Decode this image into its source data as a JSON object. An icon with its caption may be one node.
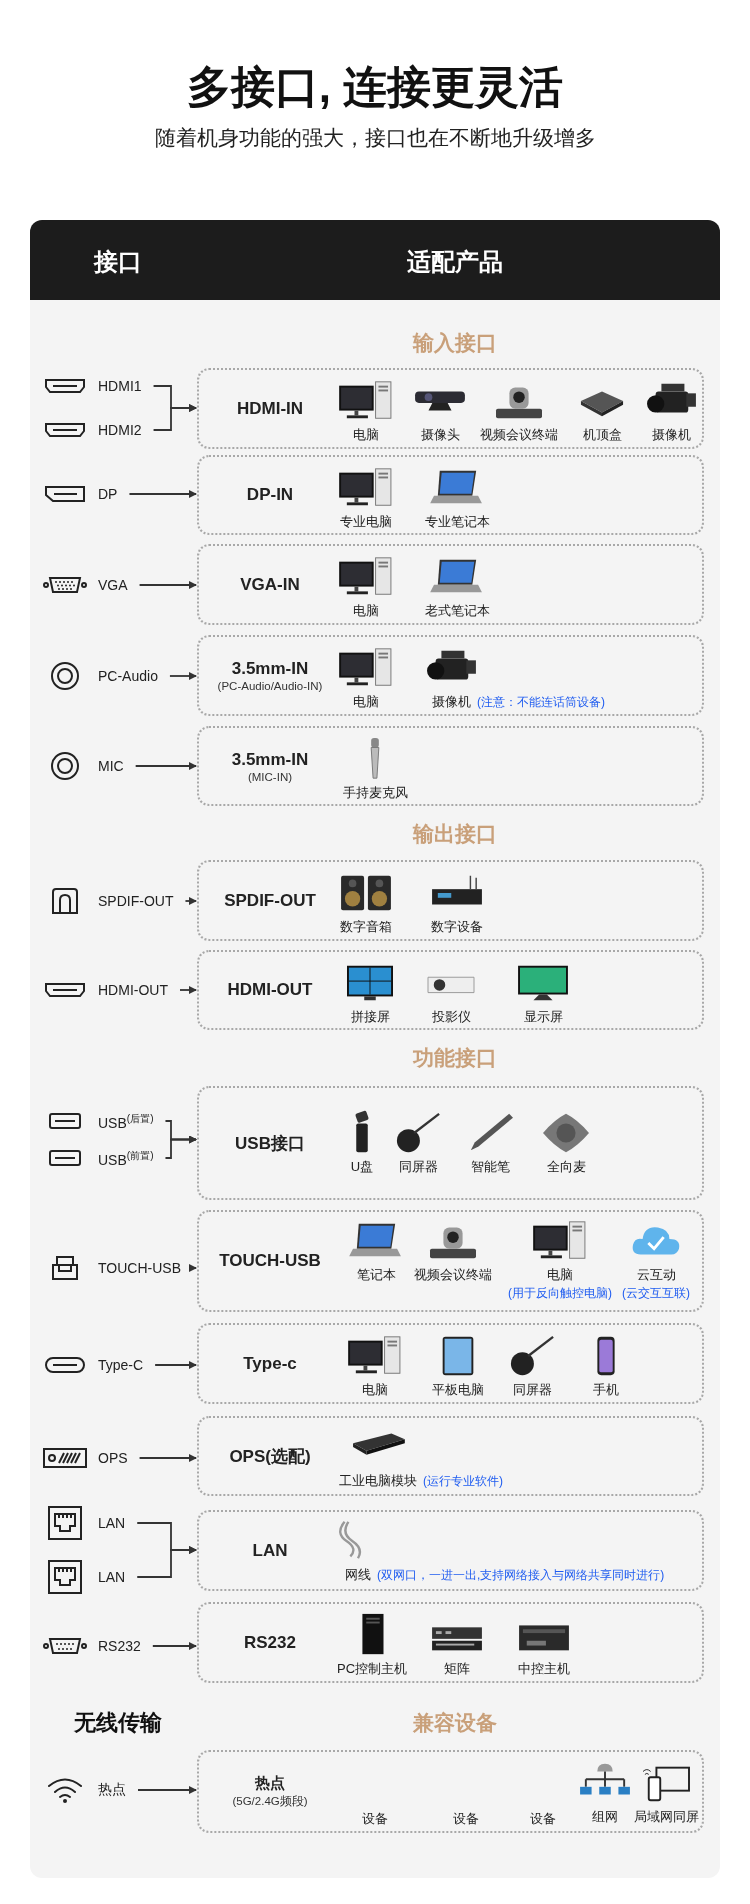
{
  "diagram": {
    "title": "多接口, 连接更灵活",
    "nodes": [
      {
        "text": [
          "HDMI1"
        ]
      },
      {
        "text": [
          "HDMI2"
        ]
      },
      {
        "text": [
          "HDMI-IN"
        ]
      },
      {
        "text": [
          "电脑"
        ],
        "in": 2
      },
      {
        "text": [
          "摄像头"
        ],
        "in": 2
      },
      {
        "text": [
          "视频会议终端"
        ],
        "in": 2
      },
      {
        "text": [
          "机顶盒"
        ],
        "in": 2
      },
      {
        "text": [
          "摄像机"
        ],
        "in": 2
      },
      {
        "text": [
          "DP"
        ]
      },
      {
        "text": [
          "DP-IN"
        ]
      },
      {
        "text": [
          "专业电脑"
        ],
        "in": 9
      },
      {
        "text": [
          "专业笔记本"
        ],
        "in": 9
      },
      {
        "text": [
          "VGA"
        ]
      },
      {
        "text": [
          "VGA-IN"
        ]
      },
      {
        "text": [
          "电脑"
        ],
        "in": 13
      },
      {
        "text": [
          "老式笔记本"
        ],
        "in": 13
      },
      {
        "text": [
          "PC-Audio"
        ]
      },
      {
        "text": [
          "3.5mm-IN",
          "(PC-Audio/Audio-IN)"
        ]
      },
      {
        "text": [
          "电脑"
        ],
        "in": 17
      },
      {
        "text": [
          "摄像机"
        ],
        "in": 17,
        "beside": [
          "(注意：不能连话筒设备)"
        ]
      },
      {
        "text": [
          "MIC"
        ]
      },
      {
        "text": [
          "3.5mm-IN",
          "(MIC-IN)"
        ]
      },
      {
        "text": [
          "手持麦克风"
        ],
        "in": 21
      },
      {
        "text": [
          "SPDIF-OUT"
        ]
      },
      {
        "text": [
          "SPDIF-OUT"
        ]
      },
      {
        "text": [
          "数字音箱"
        ],
        "in": 24
      },
      {
        "text": [
          "数字设备"
        ],
        "in": 24
      },
      {
        "text": [
          "HDMI-OUT"
        ]
      },
      {
        "text": [
          "HDMI-OUT"
        ]
      },
      {
        "text": [
          "拼接屏"
        ],
        "in": 28
      },
      {
        "text": [
          "投影仪"
        ],
        "in": 28
      },
      {
        "text": [
          "显示屏"
        ],
        "in": 28
      },
      {
        "text": [
          "USB$^{(后置)}$"
        ]
      },
      {
        "text": [
          "USB$^{(前置)}$"
        ]
      },
      {
        "text": [
          "USB接口"
        ]
      },
      {
        "text": [
          "U盘"
        ],
        "in": 34
      },
      {
        "text": [
          "同屏器"
        ],
        "in": 34
      },
      {
        "text": [
          "智能笔"
        ],
        "in": 34
      },
      {
        "text": [
          "全向麦"
        ],
        "in": 34
      },
      {
        "text": [
          "TOUCH-USB"
        ]
      },
      {
        "text": [
          "TOUCH-USB"
        ]
      },
      {
        "text": [
          "笔记本"
        ],
        "in": 40
      },
      {
        "text": [
          "视频会议终端"
        ],
        "in": 40
      },
      {
        "text": [
          "电脑"
        ],
        "in": 40,
        "beside": [
          "(用于反向触控电脑)"
        ]
      },
      {
        "text": [
          "云互动"
        ],
        "in": 40,
        "beside": [
          "(云交互互联)"
        ]
      },
      {
        "text": [
          "Type-C"
        ]
      },
      {
        "text": [
          "Type-c"
        ]
      },
      {
        "text": [
          "电脑"
        ],
        "in": 46
      },
      {
        "text": [
          "平板电脑"
        ],
        "in": 46
      },
      {
        "text": [
          "同屏器"
        ],
        "in": 46
      },
      {
        "text": [
          "手机"
        ],
        "in": 46
      },
      {
        "text": [
          "OPS"
        ]
      },
      {
        "text": [
          "OPS(选配)"
        ]
      },
      {
        "text": [
          "工业电脑模块"
        ],
        "in": 52,
        "beside": [
          "(运行专业软件)"
        ]
      },
      {
        "text": [
          "LAN"
        ]
      },
      {
        "text": [
          "LAN"
        ]
      },
      {
        "text": [
          "LAN"
        ]
      },
      {
        "text": [
          "网线"
        ],
        "in": 56,
        "beside": [
          "(双网口，一进一出,支持网络接入与网络共享同时进行)"
        ]
      },
      {
        "text": [
          "RS232"
        ]
      },
      {
        "text": [
          "RS232"
        ]
      },
      {
        "text": [
          "PC控制主机"
        ],
        "in": 59
      },
      {
        "text": [
          "矩阵"
        ],
        "in": 59
      },
      {
        "text": [
          "中控主机"
        ],
        "in": 59
      },
      {
        "text": [
          "热点"
        ]
      },
      {
        "text": [
          "热点",
          "(5G/2.4G频段)"
        ]
      },
      {
        "text": [
          "设备"
        ],
        "in": 64
      },
      {
        "text": [
          "设备"
        ],
        "in": 64
      },
      {
        "text": [
          "设备"
        ],
        "in": 64
      },
      {
        "text": [
          "组网"
        ],
        "in": 64
      },
      {
        "text": [
          "局域网同屏"
        ],
        "in": 64
      }
    ],
    "edges": [
      {
        "from": 0,
        "to": 2,
        "arrow": "to"
      },
      {
        "from": 1,
        "to": 2,
        "arrow": "to"
      },
      {
        "from": 8,
        "to": 9,
        "arrow": "to"
      },
      {
        "from": 12,
        "to": 13,
        "arrow": "to"
      },
      {
        "from": 16,
        "to": 17,
        "arrow": "to"
      },
      {
        "from": 20,
        "to": 21,
        "arrow": "to"
      },
      {
        "from": 23,
        "to": 24,
        "arrow": "to"
      },
      {
        "from": 27,
        "to": 28,
        "arrow": "to"
      },
      {
        "from": 32,
        "to": 34,
        "arrow": "to"
      },
      {
        "from": 33,
        "to": 34,
        "arrow": "to"
      },
      {
        "from": 39,
        "to": 40,
        "arrow": "to"
      },
      {
        "from": 45,
        "to": 46,
        "arrow": "to"
      },
      {
        "from": 51,
        "to": 52,
        "arrow": "to"
      },
      {
        "from": 54,
        "to": 56,
        "arrow": "to"
      },
      {
        "from": 55,
        "to": 56,
        "arrow": "to"
      },
      {
        "from": 58,
        "to": 59,
        "arrow": "to"
      },
      {
        "from": 63,
        "to": 64,
        "arrow": "to"
      }
    ],
    "labels": [
      "随着机身功能的强大，接口也在不断地升级增多",
      "接口",
      "适配产品",
      "输入接口",
      "输出接口",
      "功能接口",
      "无线传输",
      "兼容设备"
    ]
  }
}
